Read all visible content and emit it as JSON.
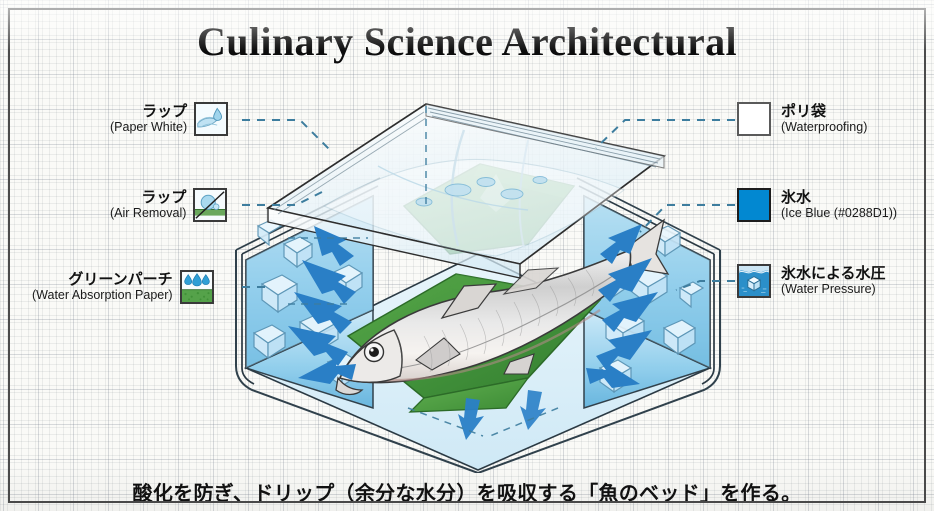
{
  "title": "Culinary Science Architectural",
  "caption": "酸化を防ぎ、ドリップ（余分な水分）を吸収する「魚のベッド」を作る。",
  "colors": {
    "ice_blue": "#0288D1",
    "arrow_blue": "#2a7fc6",
    "connector": "#3d7d9e",
    "green_paper": "#4a9a3f",
    "frame": "#4b4b4b",
    "grid": "#dfe2e2"
  },
  "legend_left": [
    {
      "jp": "ラップ",
      "en": "(Paper White)",
      "icon": "wrap-with-droplet-icon"
    },
    {
      "jp": "ラップ",
      "en": "(Air Removal)",
      "icon": "bubble-struck-through-icon"
    },
    {
      "jp": "グリーンパーチ",
      "en": "(Water Absorption Paper)",
      "icon": "droplets-on-green-paper-icon"
    }
  ],
  "legend_right": [
    {
      "jp": "ポリ袋",
      "en": "(Waterproofing)",
      "icon": "white-square-swatch-icon"
    },
    {
      "jp": "氷水",
      "en": "(Ice Blue (#0288D1))",
      "icon": "blue-square-swatch-icon"
    },
    {
      "jp": "氷水による水圧",
      "en": "(Water Pressure)",
      "icon": "ice-cube-in-water-icon"
    }
  ],
  "illustration": {
    "name": "fish-ice-water-bed-cross-section",
    "parts": [
      "plastic-zipper-bag",
      "green-parch-paper",
      "whole-fish",
      "ice-water-container",
      "ice-cubes",
      "pressure-arrows"
    ]
  }
}
